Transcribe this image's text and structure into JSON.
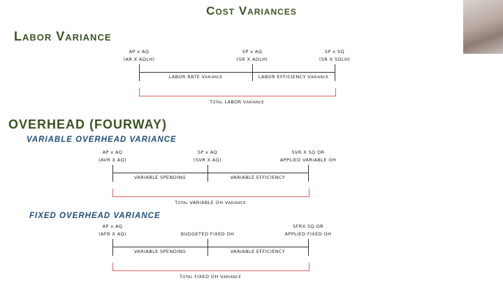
{
  "title": "Cost Variances",
  "labor": {
    "heading": "Labor Variance",
    "cols": [
      [
        "AP x AQ",
        "(AR X ADLH)"
      ],
      [
        "SP x AQ",
        "(SR X ADLH)"
      ],
      [
        "SP x SQ",
        "(SR X SDLH)"
      ]
    ],
    "segments": [
      "LABOR RATE Variance",
      "LABOR EFFICIENCY Variance"
    ],
    "total": "Total LABOR Variance"
  },
  "overhead": {
    "heading": "OVERHEAD (FOURWAY)",
    "variable": {
      "heading": "VARIABLE OVERHEAD VARIANCE",
      "cols": [
        [
          "AP x AQ",
          "(AVR X AQ)"
        ],
        [
          "SP x AQ",
          "(SVR X AQ)"
        ],
        [
          "SVR X SQ OR",
          "APPLIED VARIABLE OH"
        ]
      ],
      "segments": [
        "VARIABLE SPENDING",
        "VARIABLE EFFICIENCY"
      ],
      "total": "Total VARIABLE OH Variance"
    },
    "fixed": {
      "heading": "FIXED OVERHEAD VARIANCE",
      "cols": [
        [
          "AP x AQ",
          "(AFR X AQ)"
        ],
        [
          "",
          "BUDGETED FIXED OH"
        ],
        [
          "SFRX SQ OR",
          "APPLIED FIXED OH"
        ]
      ],
      "segments": [
        "VARIABLE SPENDING",
        "VARIABLE EFFICIENCY"
      ],
      "total": "Total FIXED OH Variance"
    }
  }
}
